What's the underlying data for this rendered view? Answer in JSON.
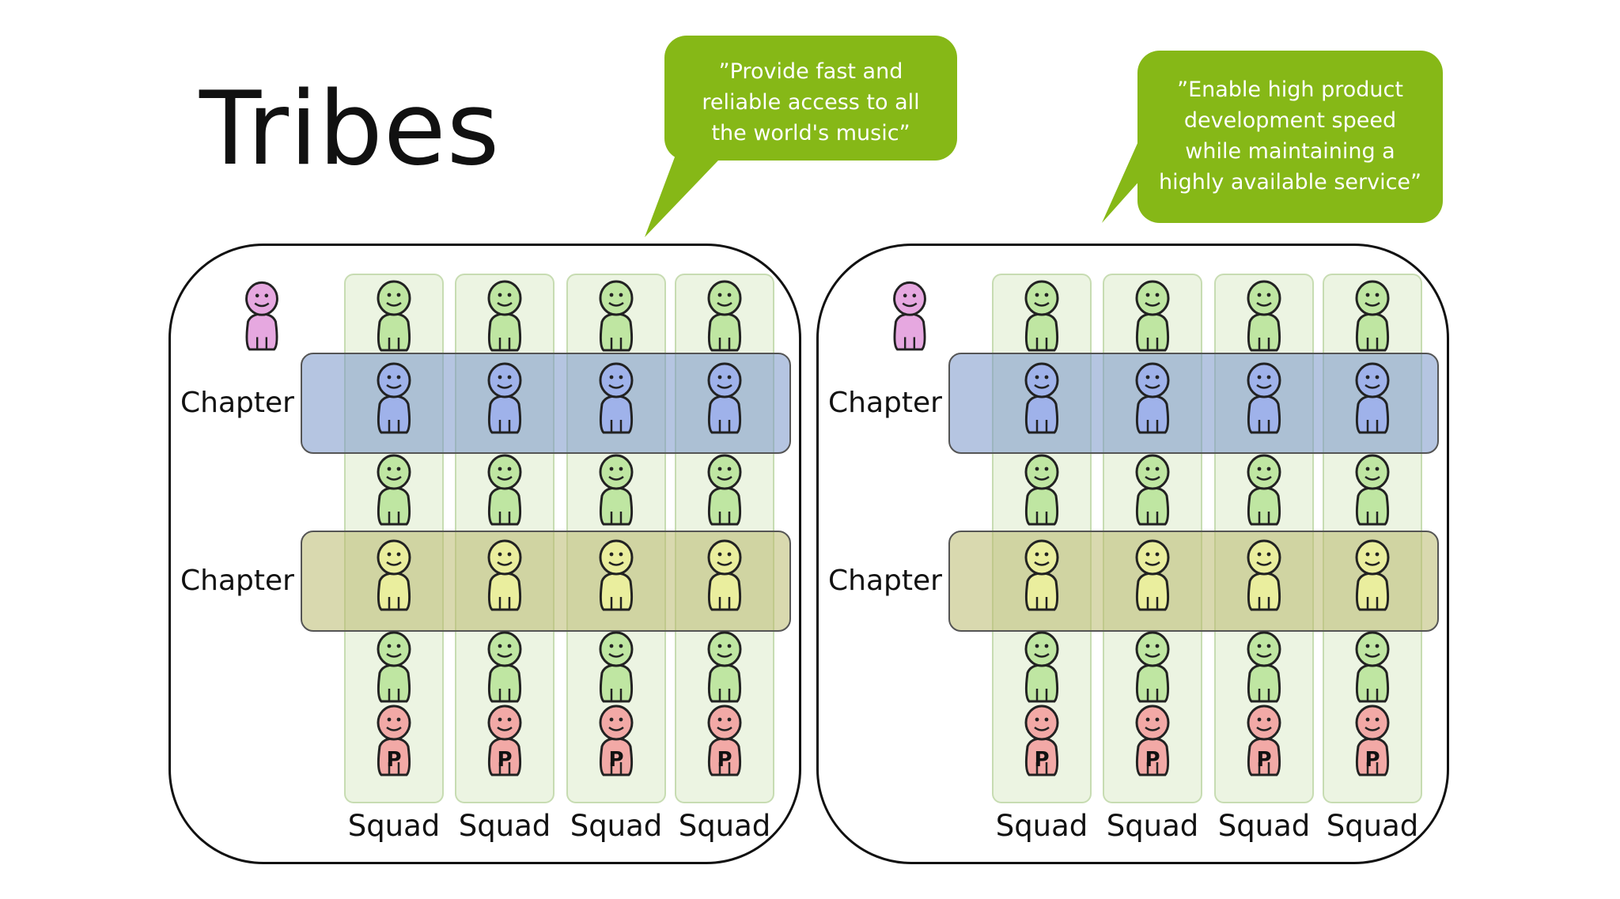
{
  "slide": {
    "title": "Tribes"
  },
  "bubbles": [
    {
      "lines": [
        "”Provide fast and",
        "reliable access to all",
        "the world's music”"
      ]
    },
    {
      "lines": [
        "”Enable high product",
        "development speed",
        "while maintaining a",
        "highly available service”"
      ]
    }
  ],
  "tribes": [
    {
      "chapters": [
        "Chapter",
        "Chapter"
      ],
      "squads": [
        "Squad",
        "Squad",
        "Squad",
        "Squad"
      ],
      "po_marker": "P"
    },
    {
      "chapters": [
        "Chapter",
        "Chapter"
      ],
      "squads": [
        "Squad",
        "Squad",
        "Squad",
        "Squad"
      ],
      "po_marker": "P"
    }
  ],
  "colors": {
    "bubble": "#86b817",
    "squad_member": "#bfe6a2",
    "chapter_blue_member": "#9fb2ea",
    "chapter_yellow_member": "#eaee9e",
    "product_owner": "#f2a9a6",
    "tribe_lead": "#e6a8e0"
  }
}
